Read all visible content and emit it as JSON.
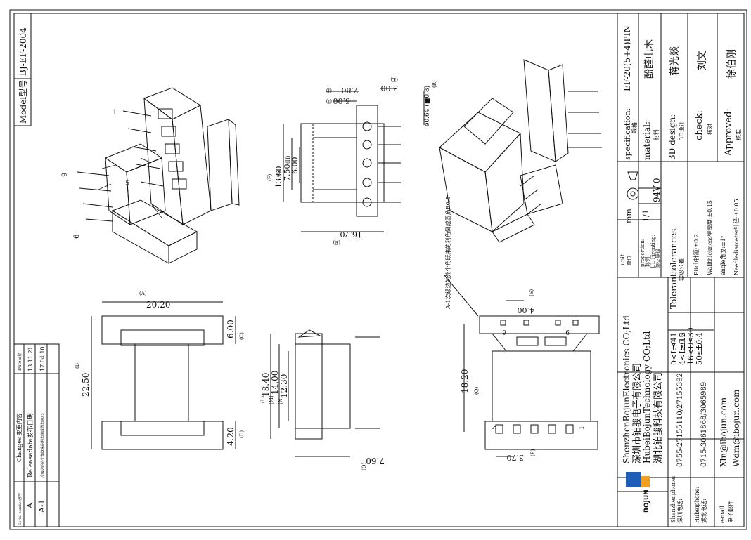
{
  "model": {
    "label": "Model型号",
    "value": "BJ-EF-2004"
  },
  "revisions": {
    "headers": [
      "Serial number序号",
      "Changes 变更内容",
      "Date日期"
    ],
    "rows": [
      {
        "serial": "A",
        "change": "Releasedate发布日期",
        "date": "13.11.21"
      },
      {
        "serial": "A-1",
        "change": "次级边的外个角既来的利角倒成圆角R0.5",
        "date": "17.04.10"
      }
    ]
  },
  "callouts": {
    "pin1": "1",
    "pin5": "5",
    "pin6": "6",
    "pin9": "9",
    "bottom_pins": [
      "5",
      "1"
    ],
    "bottom_pin_labels": [
      "6",
      "9"
    ],
    "note": "A-1次级边的外个角既来的利角倒成圆角R0.5"
  },
  "dimensions": {
    "d_7_80": "7.80",
    "d_6_00_top": "6.00",
    "l_I": "(I)",
    "l_J": "(J)",
    "d_3_00": "3.00",
    "l_K": "(K)",
    "d_pin": "ø0.64 (■0.8)",
    "l_R": "(R)",
    "d_13_60": "13.60",
    "d_7_50": "7.50",
    "d_6_00_side": "6.00",
    "l_F": "(F)",
    "l_G": "(G)",
    "l_H": "(H)",
    "d_16_70": "16.70",
    "l_E": "(E)",
    "d_20_20": "20.20",
    "l_A": "(A)",
    "d_22_50": "22.50",
    "l_B": "(B)",
    "d_6_00_c": "6.00",
    "l_C": "(C)",
    "d_4_20": "4.20",
    "l_D": "(D)",
    "d_18_40": "18.40",
    "d_14_00": "14.00",
    "d_12_30": "12.30",
    "l_L": "(L)",
    "l_M": "(M)",
    "l_N": "(N)",
    "d_7_60": "7.60",
    "l_O": "(O)",
    "d_4_00": "4.00",
    "l_S": "(S)",
    "d_18_20": "18.20",
    "l_Q": "(Q)",
    "d_3_70": "3.70",
    "l_P": "(P)"
  },
  "title_block": {
    "spec_label": "specification:",
    "spec_cn": "规格",
    "spec_value": "EF-20(5+4)PIN",
    "material_label": "material:",
    "material_cn": "材料",
    "material_value": "酚醛电木",
    "design_label": "3D design:",
    "design_cn": "3D设计",
    "design_value": "蒋光燚",
    "check_label": "check:",
    "check_cn": "核对",
    "check_value": "刘文",
    "approved_label": "Approved:",
    "approved_cn": "核准",
    "approved_value": "徐伯刚",
    "unit_label": "unit:",
    "unit_cn": "单位",
    "unit_value": "mm",
    "proportion_label": "proportion:",
    "proportion_cn": "比例",
    "proportion_value": "1/1",
    "ul_label": "UL Fireating:",
    "ul_cn": "防火等级",
    "ul_value": "94V-0",
    "tol_title": "Toleranttolerances",
    "tol_cn": "容忍公差",
    "tol_ranges": [
      "0<L≤4",
      "4<L≤16",
      "16<L≤50",
      "50≤L"
    ],
    "tol_values": [
      "±0.1",
      "±0.2",
      "±0.3",
      "±0.4"
    ],
    "tol_notes": [
      "Pitch针距:±0.2",
      "Wallthickness壁厚度:±0.15",
      "angle角度:±1°",
      "Needlediameter针径:±0.05"
    ],
    "company": [
      "ShenzhenBojunElectronics CO;Ltd",
      "深圳市铂骏电子有限公司",
      "HubeiBojunTechnology CO;Ltd",
      "湖北铂骏科技有限公司"
    ],
    "logo_text": "BOJUN",
    "contacts": [
      {
        "label": "Shenzhenphone:",
        "cn": "深圳电话:",
        "value": "0755-27155110/27155392"
      },
      {
        "label": "Hubeiphone:",
        "cn": "湖北电话:",
        "value": "0715-3061868/3065989"
      },
      {
        "label": "e-mail",
        "cn": "电子邮件",
        "value": "Xln@ibojun.com",
        "value2": "Wdm@ibojun.com"
      }
    ]
  },
  "colors": {
    "ink": "#111111",
    "logo_blue": "#1f5fb8",
    "logo_orange": "#f0a020"
  }
}
